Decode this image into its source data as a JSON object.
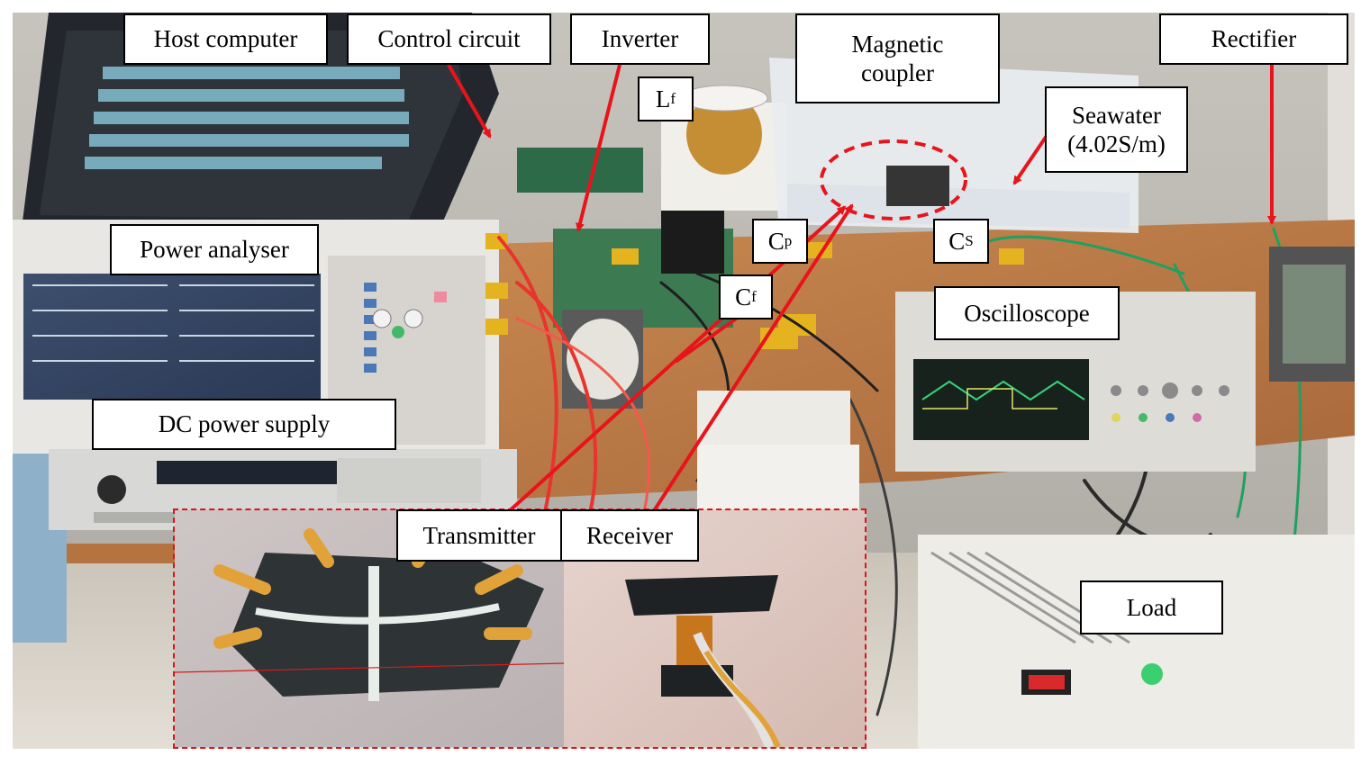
{
  "labels": {
    "host_computer": "Host computer",
    "control_circuit": "Control circuit",
    "inverter": "Inverter",
    "magnetic_coupler_1": "Magnetic",
    "magnetic_coupler_2": "coupler",
    "rectifier": "Rectifier",
    "lf_main": "L",
    "lf_sub": "f",
    "seawater_1": "Seawater",
    "seawater_2": "(4.02S/m)",
    "cp_main": "C",
    "cp_sub": "p",
    "cs_main": "C",
    "cs_sub": "S",
    "cf_main": "C",
    "cf_sub": "f",
    "power_analyser": "Power analyser",
    "oscilloscope": "Oscilloscope",
    "dc_power_supply": "DC power supply",
    "transmitter": "Transmitter",
    "receiver": "Receiver",
    "load": "Load"
  },
  "colors": {
    "arrow": "#e8141b",
    "inset_border": "#d9141b",
    "label_border": "#000000",
    "label_bg": "#ffffff"
  }
}
